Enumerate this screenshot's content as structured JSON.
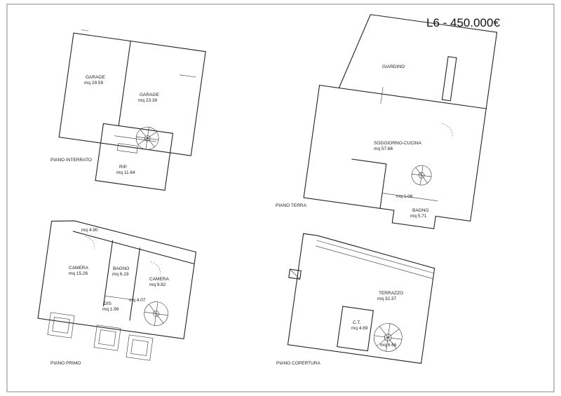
{
  "title": "L6 - 450.000€",
  "floors": {
    "interrato": {
      "label": "PIANO INTERRATO",
      "rooms": [
        {
          "name": "GARAGE",
          "area": "mq 29.59"
        },
        {
          "name": "GARAGE",
          "area": "mq 23.39"
        },
        {
          "name": "RIP.",
          "area": "mq 11.64"
        }
      ]
    },
    "terra": {
      "label": "PIANO TERRA",
      "rooms": [
        {
          "name": "GIARDINO",
          "area": ""
        },
        {
          "name": "SOGGIORNO-CUCINA",
          "area": "mq 57.66"
        },
        {
          "name": "",
          "area": "mq 1.06"
        },
        {
          "name": "BAGNO",
          "area": "mq 5.71"
        }
      ]
    },
    "primo": {
      "label": "PIANO PRIMO",
      "rooms": [
        {
          "name": "",
          "area": "mq 4.90"
        },
        {
          "name": "CAMERA",
          "area": "mq 15.26"
        },
        {
          "name": "BAGNO",
          "area": "mq 6.19"
        },
        {
          "name": "CAMERA",
          "area": "mq 9.82"
        },
        {
          "name": "DIS",
          "area": "mq 1.99"
        },
        {
          "name": "",
          "area": "mq 4.07"
        }
      ]
    },
    "copertura": {
      "label": "PIANO COPERTURA",
      "rooms": [
        {
          "name": "TERRAZZO",
          "area": "mq 32.37"
        },
        {
          "name": "C.T.",
          "area": "mq 4.69"
        },
        {
          "name": "",
          "area": "mq 6.66"
        }
      ]
    }
  }
}
